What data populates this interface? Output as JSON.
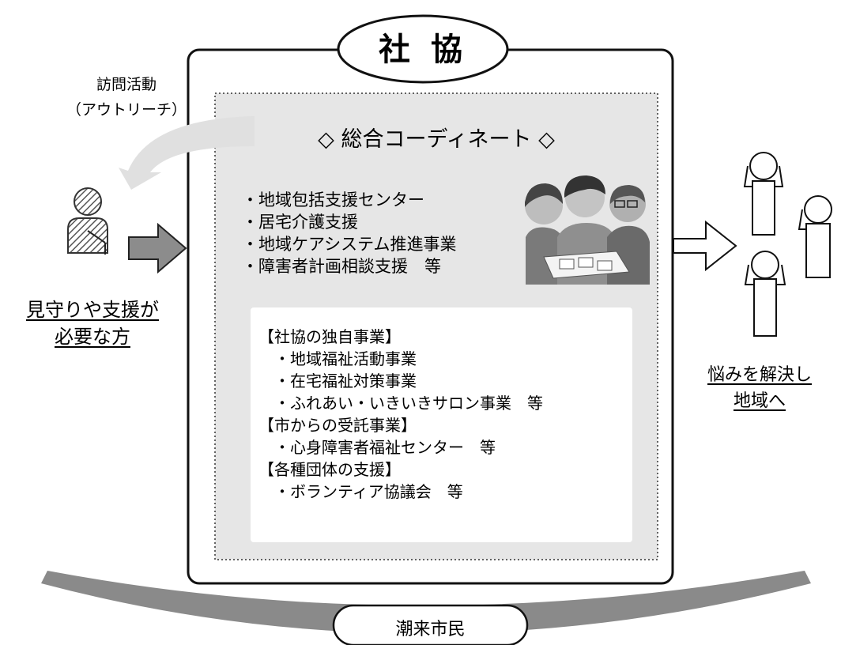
{
  "org": {
    "title": "社 協"
  },
  "outreach": {
    "line1": "訪問活動",
    "line2": "（アウトリーチ）"
  },
  "coordinate": {
    "heading": "◇ 総合コーディネート ◇"
  },
  "services": [
    "・地域包括支援センター",
    "・居宅介護支援",
    "・地域ケアシステム推進事業",
    "・障害者計画相談支援　等"
  ],
  "own_projects": {
    "lines": [
      "【社協の独自事業】",
      "　・地域福祉活動事業",
      "　・在宅福祉対策事業",
      "　・ふれあい・いきいきサロン事業　等",
      "【市からの受託事業】",
      "　・心身障害者福祉センター　等",
      "【各種団体の支援】",
      "　・ボランティア協議会　等"
    ]
  },
  "left_person": {
    "line1": "見守りや支援が",
    "line2": "必要な方"
  },
  "right_people": {
    "line1": "悩みを解決し",
    "line2": "地域へ"
  },
  "citizens": {
    "label": "潮来市民"
  },
  "colors": {
    "panel_gray": "#e6e6e6",
    "arrow_gray": "#8c8c8c",
    "band_gray": "#8a8a8a"
  },
  "icons": [
    "curved-arrow-icon",
    "elder-person-icon",
    "gray-right-arrow-icon",
    "white-right-arrow-icon",
    "people-group-icon",
    "person-outline-icon"
  ]
}
